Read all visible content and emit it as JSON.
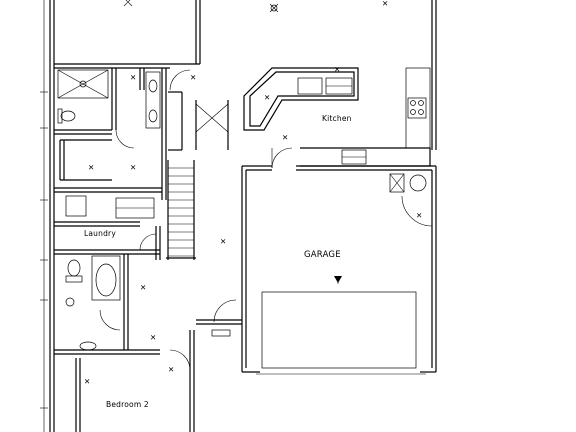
{
  "plan": {
    "rooms": {
      "garage": "GARAGE",
      "kitchen": "Kitchen",
      "laundry": "Laundry",
      "bedroom2": "Bedroom 2"
    }
  }
}
